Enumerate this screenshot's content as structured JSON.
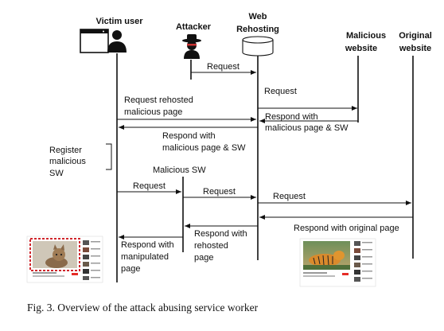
{
  "actors": {
    "victim": "Victim user",
    "attacker": "Attacker",
    "rehost_line1": "Web",
    "rehost_line2": "Rehosting",
    "malicious_line1": "Malicious",
    "malicious_line2": "website",
    "original_line1": "Original",
    "original_line2": "website"
  },
  "messages": {
    "m1": "Request",
    "m2": "Request",
    "m3_line1": "Request rehosted",
    "m3_line2": "malicious page",
    "m4_line1": "Respond with",
    "m4_line2": "malicious page & SW",
    "m5_line1": "Respond with",
    "m5_line2": "malicious page & SW",
    "m6": "Request",
    "m7": "Request",
    "m8": "Request",
    "m9": "Respond with original page",
    "m10_line1": "Respond with",
    "m10_line2": "rehosted",
    "m10_line3": "page",
    "m11_line1": "Respond with",
    "m11_line2": "manipulated",
    "m11_line3": "page"
  },
  "notes": {
    "register_line1": "Register",
    "register_line2": "malicious",
    "register_line3": "SW",
    "malicious_sw": "Malicious SW"
  },
  "caption": "Fig. 3.   Overview of the attack abusing service worker",
  "colors": {
    "line": "#111111",
    "manipulated_border": "#d0262c",
    "youtube_red": "#e52d27"
  }
}
